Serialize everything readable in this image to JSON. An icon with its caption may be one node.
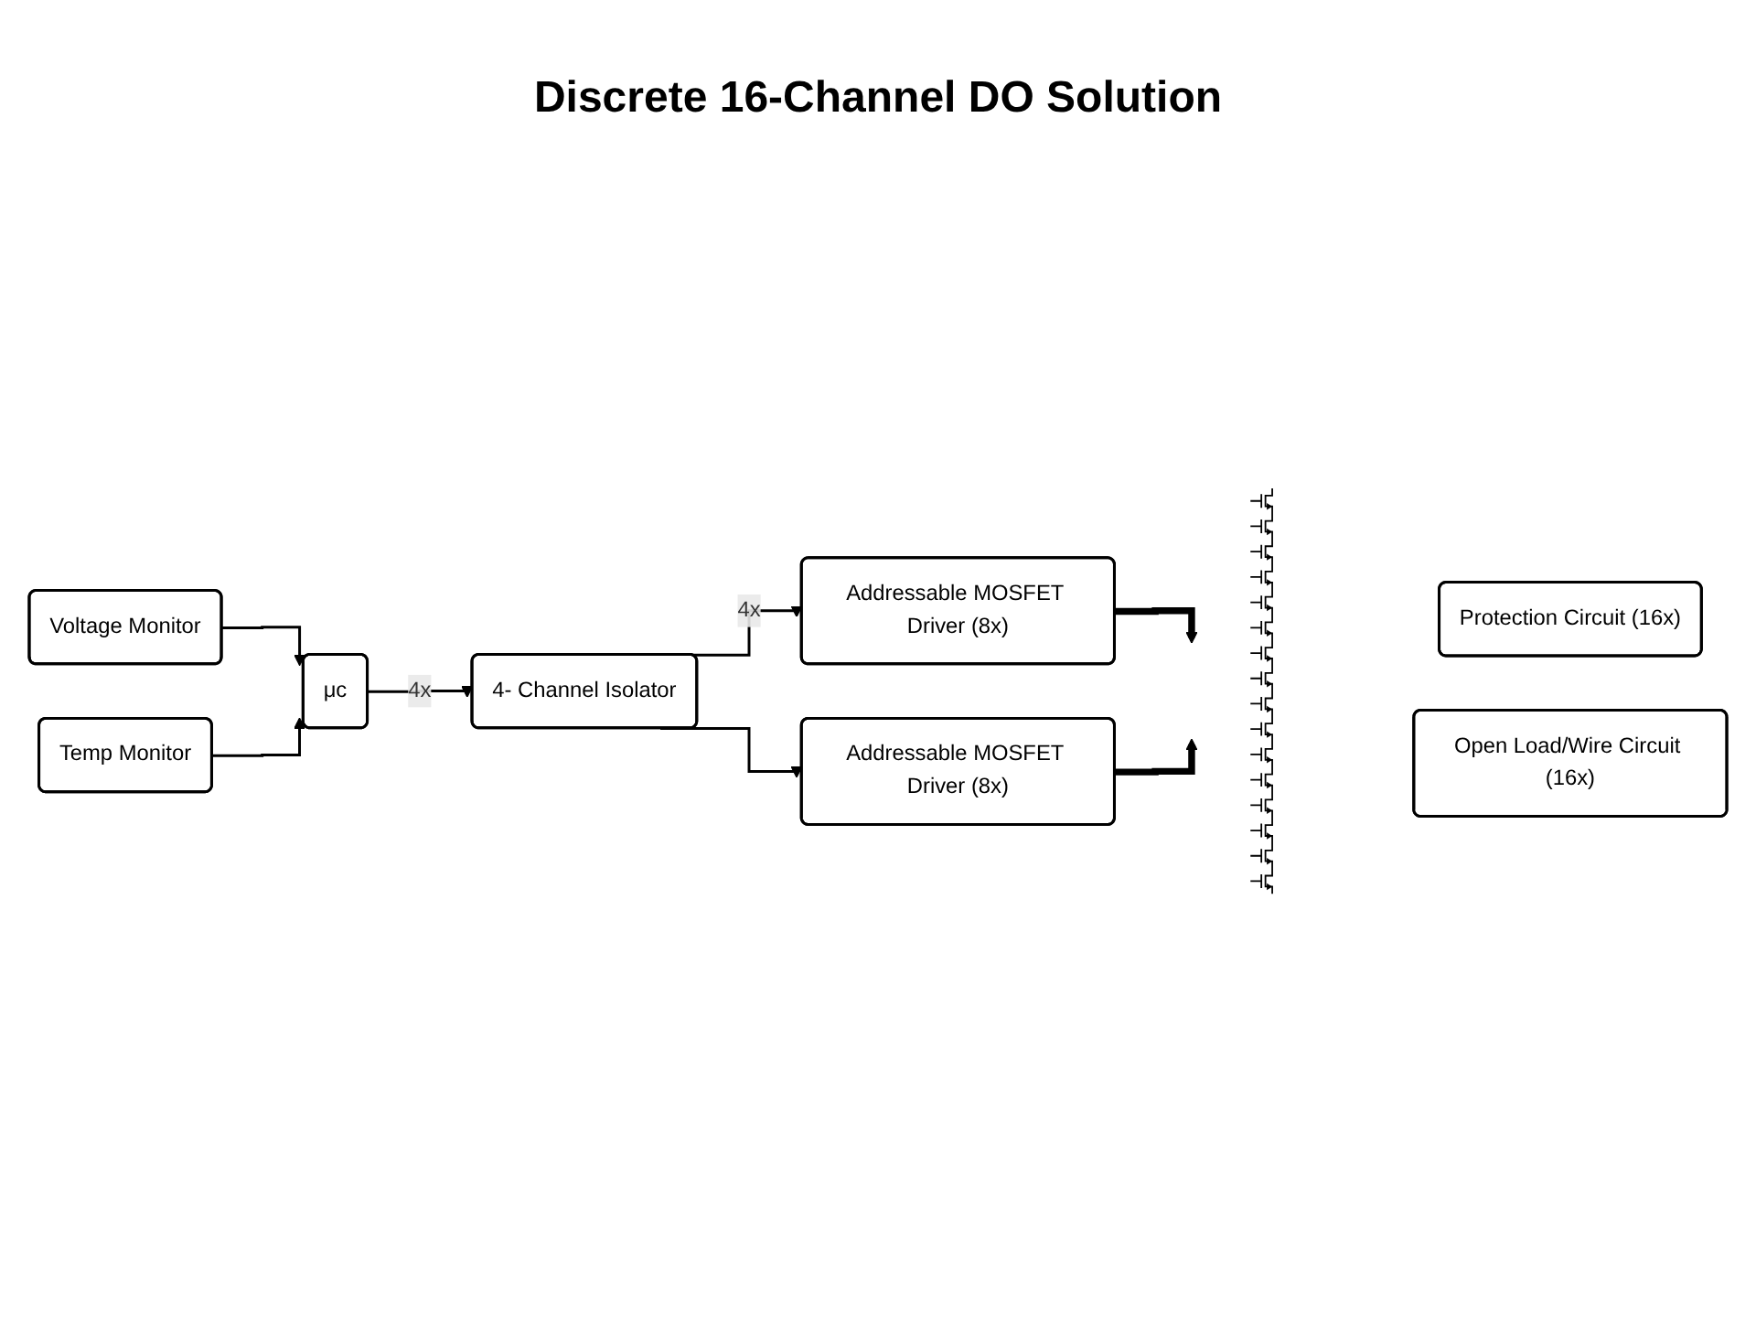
{
  "diagram": {
    "title": "Discrete 16-Channel DO Solution",
    "nodes": [
      {
        "text": [
          "Voltage Monitor"
        ]
      },
      {
        "text": [
          "μc"
        ]
      },
      {
        "text": [
          "4- Channel Isolator"
        ]
      },
      {
        "text": [
          "Addressable MOSFET Driver (8x)"
        ]
      },
      {
        "text": [
          "Addressable MOSFET Driver (8x)"
        ]
      },
      {
        "text": [
          "Temp Monitor"
        ]
      },
      {
        "text": [],
        "shape": "picture"
      },
      {
        "text": [
          "Protection Circuit (16x)"
        ]
      },
      {
        "text": [
          "Open Load/Wire Circuit (16x)"
        ]
      }
    ],
    "edges": [
      {
        "from": 0,
        "to": 1,
        "arrow": "to"
      },
      {
        "from": 5,
        "to": 1,
        "arrow": "to"
      },
      {
        "from": 1,
        "to": 2,
        "arrow": "to",
        "label": "4x"
      },
      {
        "from": 2,
        "to": 3,
        "arrow": "to",
        "label": "4x"
      },
      {
        "from": 2,
        "to": 4,
        "arrow": "to"
      },
      {
        "from": 3,
        "to": 6,
        "arrow": "to",
        "style": "thick"
      },
      {
        "from": 4,
        "to": 6,
        "arrow": "to",
        "style": "thick"
      }
    ]
  }
}
